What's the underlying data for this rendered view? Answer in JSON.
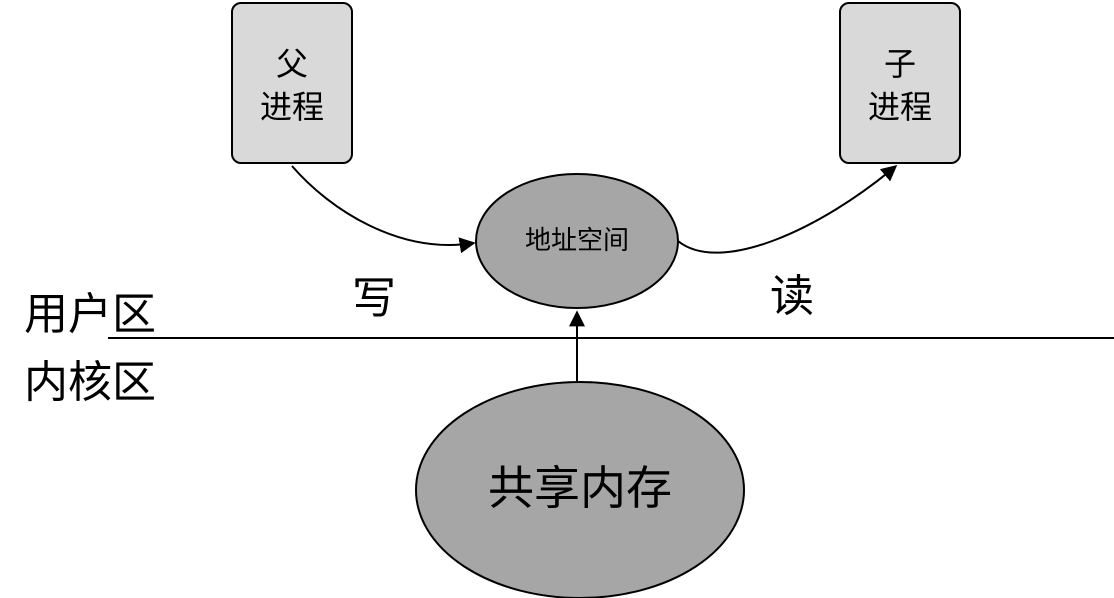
{
  "parent_process": {
    "line1": "父",
    "line2": "进程"
  },
  "child_process": {
    "line1": "子",
    "line2": "进程"
  },
  "address_space": "地址空间",
  "shared_memory": "共享内存",
  "write_label": "写",
  "read_label": "读",
  "user_region": "用户区",
  "kernel_region": "内核区",
  "colors": {
    "process_box": "#d9d9d9",
    "address_space": "#a6a6a6",
    "shared_memory": "#a6a6a6",
    "lines": "#000000"
  }
}
